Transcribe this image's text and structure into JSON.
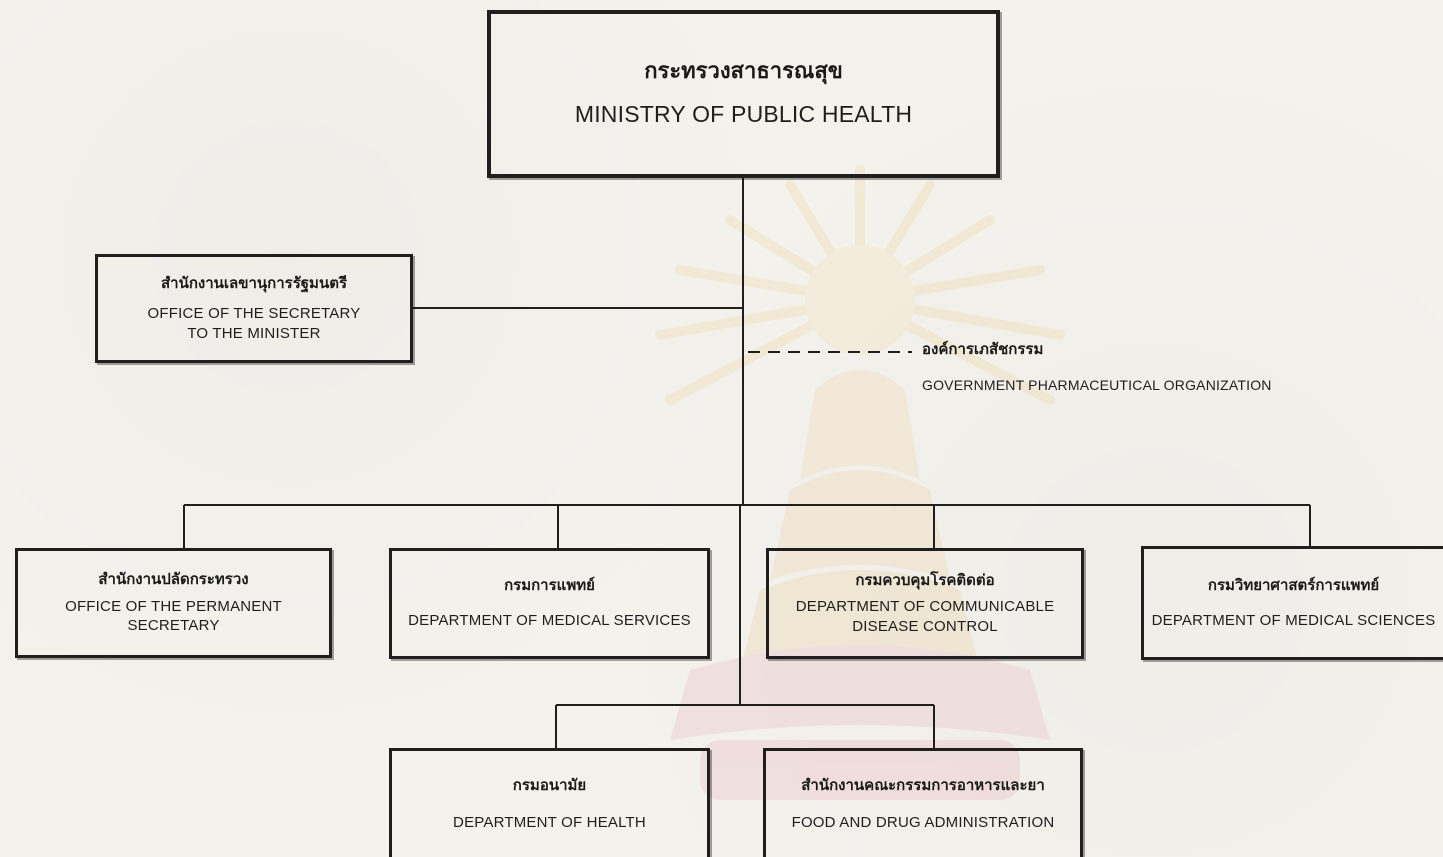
{
  "ministry": {
    "thai": "กระทรวงสาธารณสุข",
    "english": "MINISTRY OF PUBLIC HEALTH"
  },
  "secretary_office": {
    "thai": "สำนักงานเลขานุการรัฐมนตรี",
    "english_line1": "OFFICE OF THE SECRETARY",
    "english_line2": "TO THE MINISTER"
  },
  "gpo": {
    "thai": "องค์การเภสัชกรรม",
    "english": "GOVERNMENT PHARMACEUTICAL ORGANIZATION"
  },
  "departments": [
    {
      "thai": "สำนักงานปลัดกระทรวง",
      "english_line1": "OFFICE OF THE PERMANENT",
      "english_line2": "SECRETARY"
    },
    {
      "thai": "กรมการแพทย์",
      "english_line1": "DEPARTMENT OF MEDICAL SERVICES",
      "english_line2": ""
    },
    {
      "thai": "กรมควบคุมโรคติดต่อ",
      "english_line1": "DEPARTMENT OF COMMUNICABLE",
      "english_line2": "DISEASE CONTROL"
    },
    {
      "thai": "กรมวิทยาศาสตร์การแพทย์",
      "english_line1": "DEPARTMENT OF MEDICAL SCIENCES",
      "english_line2": ""
    }
  ],
  "bottom_departments": [
    {
      "thai": "กรมอนามัย",
      "english": "DEPARTMENT OF HEALTH"
    },
    {
      "thai": "สำนักงานคณะกรรมการอาหารและยา",
      "english": "FOOD AND DRUG ADMINISTRATION"
    }
  ],
  "colors": {
    "paper": "#f4f2ed",
    "ink": "#1f1f1f",
    "watermark_pink": "#e9a9b6",
    "watermark_yellow": "#f1d79a"
  }
}
